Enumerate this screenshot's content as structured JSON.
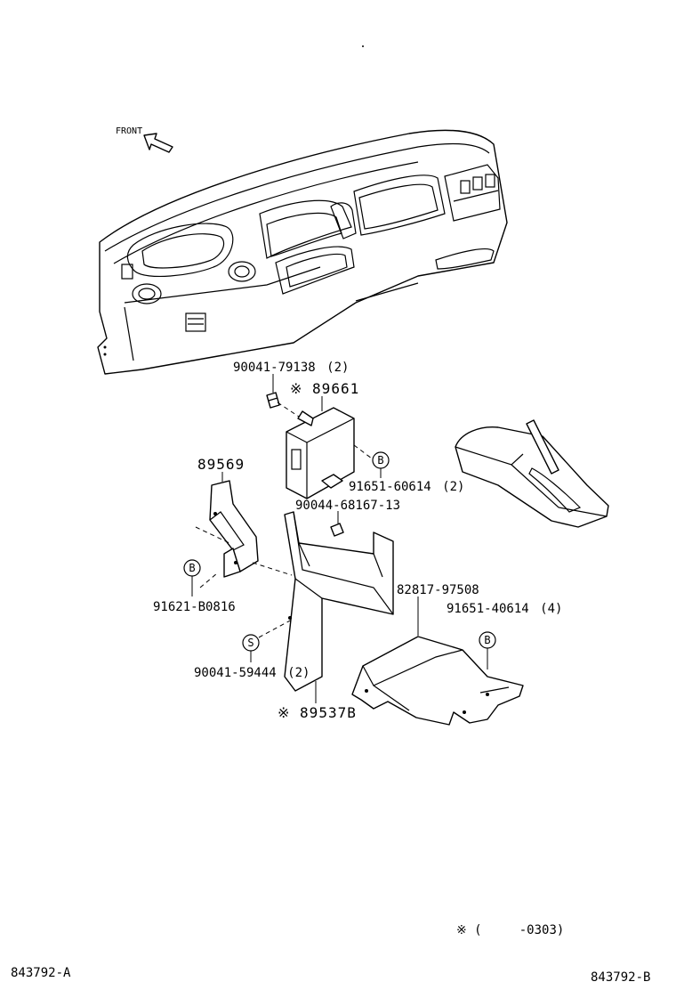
{
  "orientation": {
    "front_label": "FRONT"
  },
  "parts": {
    "p1": {
      "number": "90041-79138",
      "qty": "(2)"
    },
    "p2": {
      "marker": "※",
      "number": "89661"
    },
    "p3": {
      "number": "89569"
    },
    "p4": {
      "number": "91651-60614",
      "qty": "(2)",
      "callout": "B"
    },
    "p5": {
      "number": "90044-68167-13"
    },
    "p6": {
      "number": "91621-B0816",
      "callout": "B"
    },
    "p7": {
      "number": "82817-97508"
    },
    "p8": {
      "number": "91651-40614",
      "qty": "(4)",
      "callout": "B"
    },
    "p9": {
      "number": "90041-59444",
      "qty": "(2)",
      "callout": "S"
    },
    "p10": {
      "marker": "※",
      "number": "89537B"
    }
  },
  "notes": {
    "applicability": "※ (     -0303)",
    "code_left": "843792-A",
    "code_right": "843792-B"
  }
}
